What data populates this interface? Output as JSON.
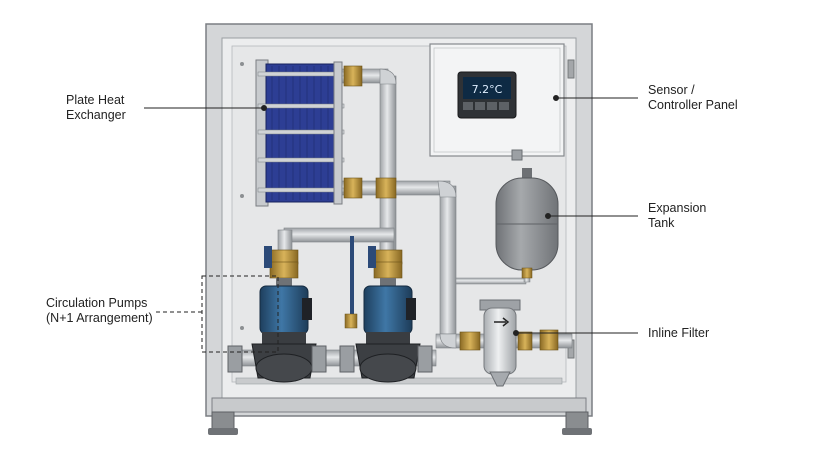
{
  "labels": {
    "plate_heat_exchanger": [
      "Plate Heat",
      "Exchanger"
    ],
    "sensor_controller_panel": [
      "Sensor /",
      "Controller Panel"
    ],
    "expansion_tank": [
      "Expansion",
      "Tank"
    ],
    "circulation_pumps": [
      "Circulation Pumps",
      "(N+1 Arrangement)"
    ],
    "inline_filter": [
      "Inline Filter"
    ]
  },
  "controller": {
    "display_reading": "7.2°C"
  },
  "colors": {
    "cabinet_frame": "#d4d6d8",
    "cabinet_interior": "#ecedee",
    "heat_exchanger": "#2d3e94",
    "pump_motor": "#2f5e86",
    "pipe": "#c4c7ca",
    "brass_valve": "#b8923a",
    "expansion_tank": "#8e9194",
    "display_bg": "#0e2a44",
    "display_text": "#dfeeff"
  }
}
